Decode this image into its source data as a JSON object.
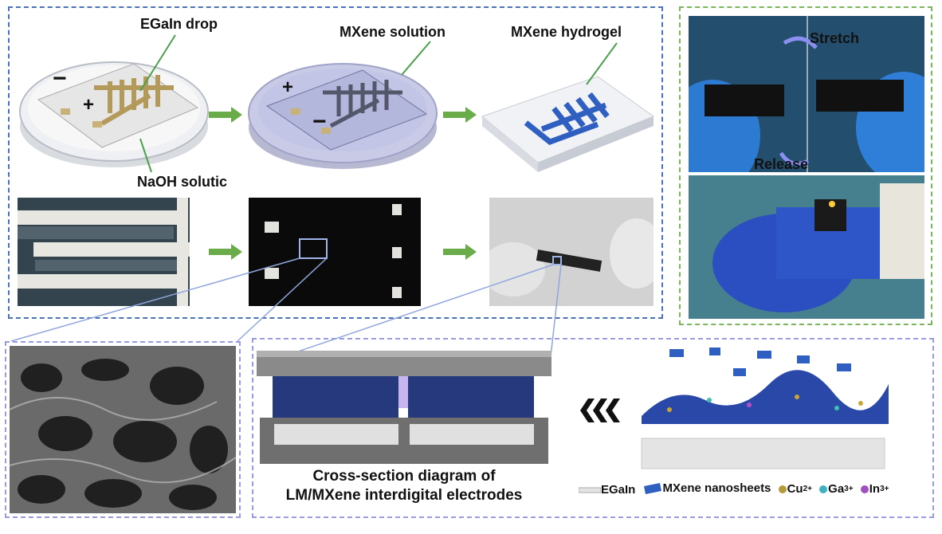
{
  "fabrication": {
    "egain_drop_label": "EGaIn drop",
    "naoh_label": "NaOH solutic",
    "mxene_solution_label": "MXene solution",
    "mxene_hydrogel_label": "MXene hydrogel",
    "minus_sign": "−",
    "plus_sign": "+"
  },
  "stretch_panel": {
    "stretch_label": "Stretch",
    "release_label": "Release"
  },
  "cross_section": {
    "caption_line1": "Cross-section diagram of",
    "caption_line2": "LM/MXene interdigital electrodes"
  },
  "legend": {
    "egain": "EGaIn",
    "mxene": "MXene nanosheets",
    "cu": "Cu",
    "cu_charge": "2+",
    "ga": "Ga",
    "ga_charge": "3+",
    "in": "In",
    "in_charge": "3+"
  },
  "colors": {
    "blue_dash": "#4a73b5",
    "green_dash": "#7ab55c",
    "lavender_dash": "#9a9ae0",
    "arrow_green": "#6aab4a",
    "mxene_blue": "#2f5fc0",
    "egain_gold": "#c9b27a"
  }
}
